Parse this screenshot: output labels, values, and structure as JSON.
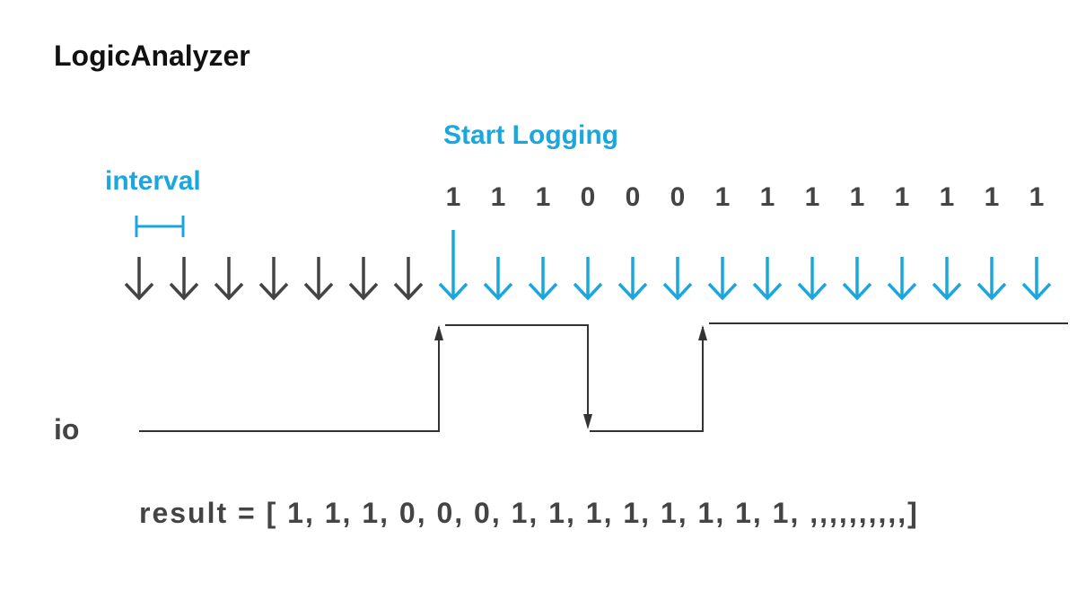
{
  "title": "LogicAnalyzer",
  "start_label": "Start Logging",
  "interval_label": "interval",
  "signal_label": "io",
  "bits": [
    "1",
    "1",
    "1",
    "0",
    "0",
    "0",
    "1",
    "1",
    "1",
    "1",
    "1",
    "1",
    "1",
    "1"
  ],
  "pre_trigger_sample_count": 7,
  "result_text": "result = [ 1, 1, 1, 0, 0, 0, 1, 1, 1, 1, 1, 1, 1, 1, ,,,,,,,,,,]",
  "colors": {
    "accent": "#1ba7de",
    "ink": "#444444",
    "title": "#111111"
  }
}
